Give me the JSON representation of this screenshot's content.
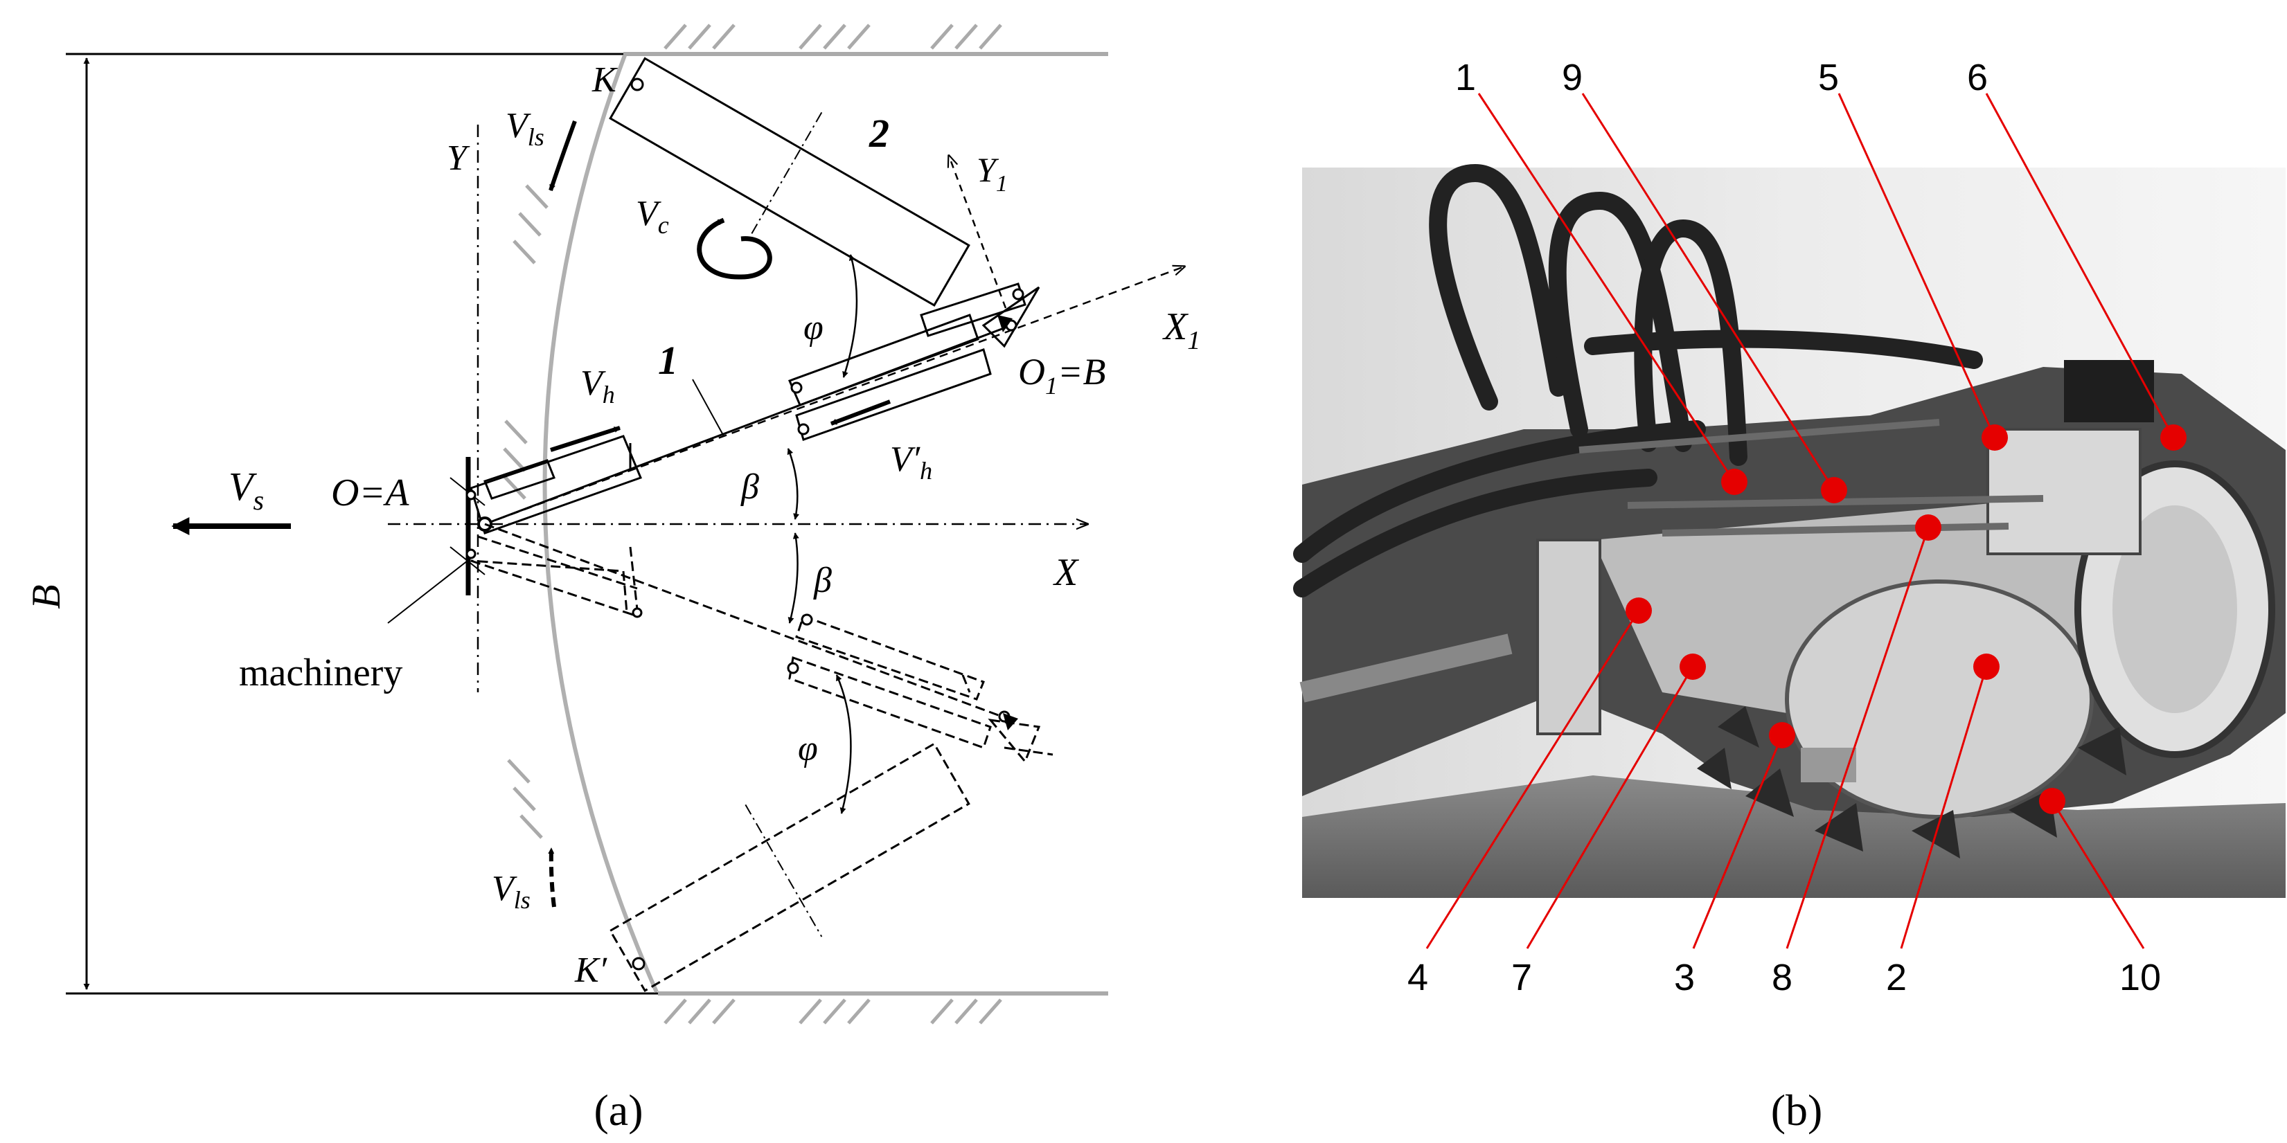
{
  "panel_a": {
    "caption": "(a)",
    "labels": {
      "K": "K",
      "K_prime": "K′",
      "Y": "Y",
      "Y1": "Y",
      "Y1_sub": "1",
      "X": "X",
      "X1": "X",
      "X1_sub": "1",
      "O1": "O",
      "O1_sub": "1",
      "O1_eq": "=B",
      "OA": "O=A",
      "B": "B",
      "Vls": "V",
      "Vls_sub": "ls",
      "Vls2": "V",
      "Vls2_sub": "ls",
      "Vc": "V",
      "Vc_sub": "c",
      "Vh": "V",
      "Vh_sub": "h",
      "Vph": "V′",
      "Vph_sub": "h",
      "Vs": "V",
      "Vs_sub": "s",
      "phi1": "φ",
      "phi2": "φ",
      "beta1": "β",
      "beta2": "β",
      "one": "1",
      "two": "2",
      "machinery": "machinery"
    }
  },
  "panel_b": {
    "caption": "(b)",
    "top_numbers": [
      "1",
      "9",
      "5",
      "6"
    ],
    "bottom_numbers": [
      "4",
      "7",
      "3",
      "8",
      "2",
      "10"
    ],
    "marker_color": "#e50000"
  }
}
